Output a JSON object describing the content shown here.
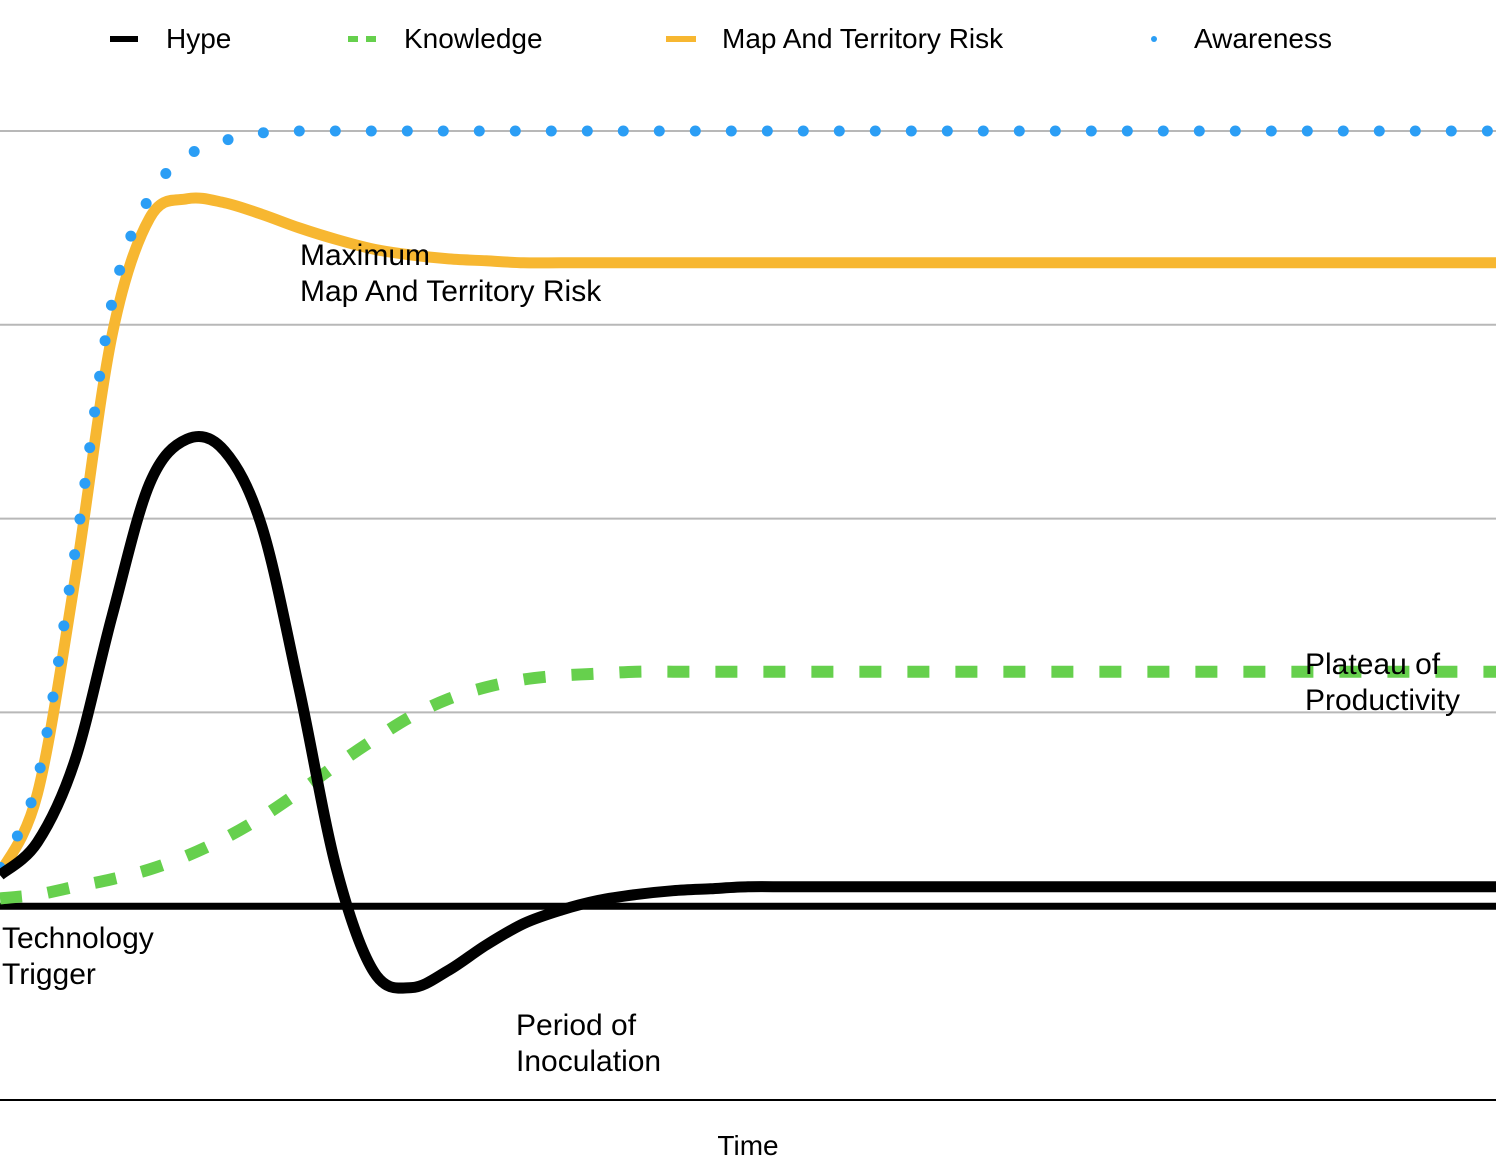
{
  "chart_data": {
    "type": "line",
    "title": "",
    "xlabel": "Time",
    "ylabel": "",
    "grid": true,
    "legend_position": "top",
    "xlim": [
      0,
      100
    ],
    "ylim": [
      -1,
      4
    ],
    "x": [
      0,
      2.5,
      5,
      7.5,
      10,
      12.5,
      15,
      17.5,
      20,
      22.5,
      25,
      27.5,
      30,
      32.5,
      35,
      37.5,
      40,
      42.5,
      45,
      47.5,
      50,
      52.5,
      55,
      57.5,
      60,
      62.5,
      65,
      67.5,
      70,
      72.5,
      75,
      77.5,
      80,
      82.5,
      85,
      87.5,
      90,
      92.5,
      95,
      97.5,
      100
    ],
    "series": [
      {
        "name": "Hype",
        "color": "#000000",
        "style": "solid",
        "values": [
          0.16,
          0.33,
          0.75,
          1.5,
          2.18,
          2.41,
          2.35,
          1.96,
          1.12,
          0.19,
          -0.34,
          -0.42,
          -0.33,
          -0.2,
          -0.09,
          -0.02,
          0.03,
          0.06,
          0.08,
          0.09,
          0.1,
          0.1,
          0.1,
          0.1,
          0.1,
          0.1,
          0.1,
          0.1,
          0.1,
          0.1,
          0.1,
          0.1,
          0.1,
          0.1,
          0.1,
          0.1,
          0.1,
          0.1,
          0.1,
          0.1,
          0.1
        ]
      },
      {
        "name": "Knowledge",
        "color": "#66d04d",
        "style": "dashed",
        "values": [
          0.04,
          0.06,
          0.1,
          0.14,
          0.19,
          0.26,
          0.35,
          0.46,
          0.59,
          0.73,
          0.86,
          0.98,
          1.07,
          1.13,
          1.17,
          1.19,
          1.2,
          1.21,
          1.21,
          1.21,
          1.21,
          1.21,
          1.21,
          1.21,
          1.21,
          1.21,
          1.21,
          1.21,
          1.21,
          1.21,
          1.21,
          1.21,
          1.21,
          1.21,
          1.21,
          1.21,
          1.21,
          1.21,
          1.21,
          1.21,
          1.21
        ]
      },
      {
        "name": "Map And Territory Risk",
        "color": "#f7b731",
        "style": "solid",
        "values": [
          0.17,
          0.58,
          1.68,
          2.95,
          3.55,
          3.65,
          3.63,
          3.57,
          3.5,
          3.44,
          3.39,
          3.36,
          3.34,
          3.33,
          3.32,
          3.32,
          3.32,
          3.32,
          3.32,
          3.32,
          3.32,
          3.32,
          3.32,
          3.32,
          3.32,
          3.32,
          3.32,
          3.32,
          3.32,
          3.32,
          3.32,
          3.32,
          3.32,
          3.32,
          3.32,
          3.32,
          3.32,
          3.32,
          3.32,
          3.32,
          3.32
        ]
      },
      {
        "name": "Awareness",
        "color": "#2b9ef5",
        "style": "dotted",
        "values": [
          0.2,
          0.65,
          1.82,
          3.12,
          3.66,
          3.87,
          3.95,
          3.99,
          4.0,
          4.0,
          4.0,
          4.0,
          4.0,
          4.0,
          4.0,
          4.0,
          4.0,
          4.0,
          4.0,
          4.0,
          4.0,
          4.0,
          4.0,
          4.0,
          4.0,
          4.0,
          4.0,
          4.0,
          4.0,
          4.0,
          4.0,
          4.0,
          4.0,
          4.0,
          4.0,
          4.0,
          4.0,
          4.0,
          4.0,
          4.0,
          4.0
        ]
      }
    ],
    "annotations": [
      {
        "lines": [
          "Maximum",
          "Map And Territory Risk"
        ]
      },
      {
        "lines": [
          "Technology",
          "Trigger"
        ]
      },
      {
        "lines": [
          "Period of",
          "Inoculation"
        ]
      },
      {
        "lines": [
          "Plateau of",
          "Productivity"
        ]
      }
    ]
  }
}
